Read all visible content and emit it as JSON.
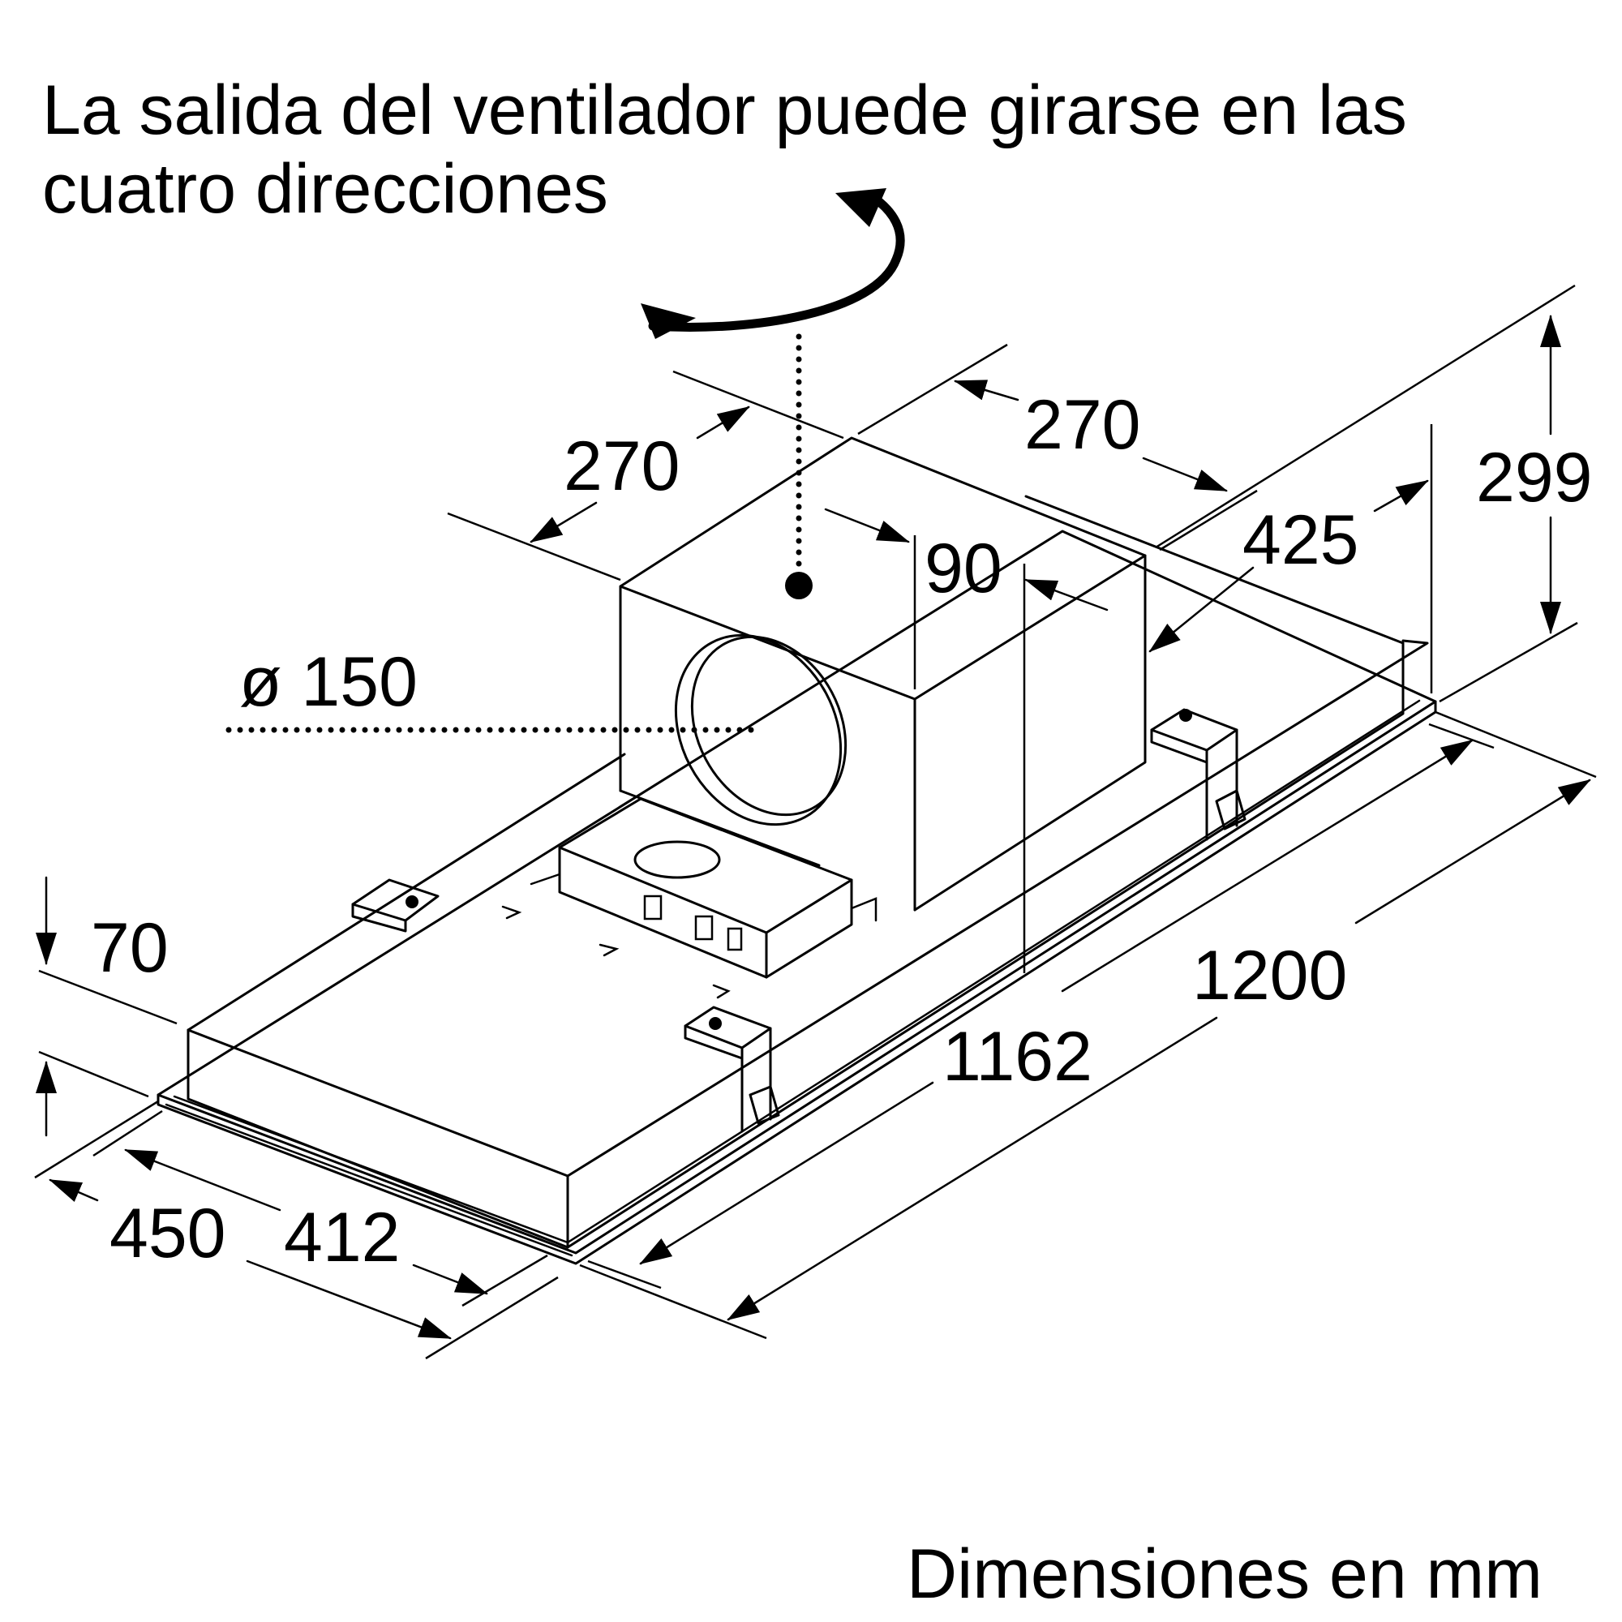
{
  "title": {
    "line1": "La salida del ventilador puede girarse en las",
    "line2": "cuatro direcciones"
  },
  "footer": "Dimensiones en mm",
  "dimensions": {
    "fan_width_left": "270",
    "fan_width_right": "270",
    "outlet_offset": "90",
    "outlet_diameter": "ø 150",
    "depth_right": "425",
    "total_height": "299",
    "frame_height": "70",
    "total_depth": "450",
    "inner_depth": "412",
    "inner_length": "1162",
    "total_length": "1200"
  }
}
